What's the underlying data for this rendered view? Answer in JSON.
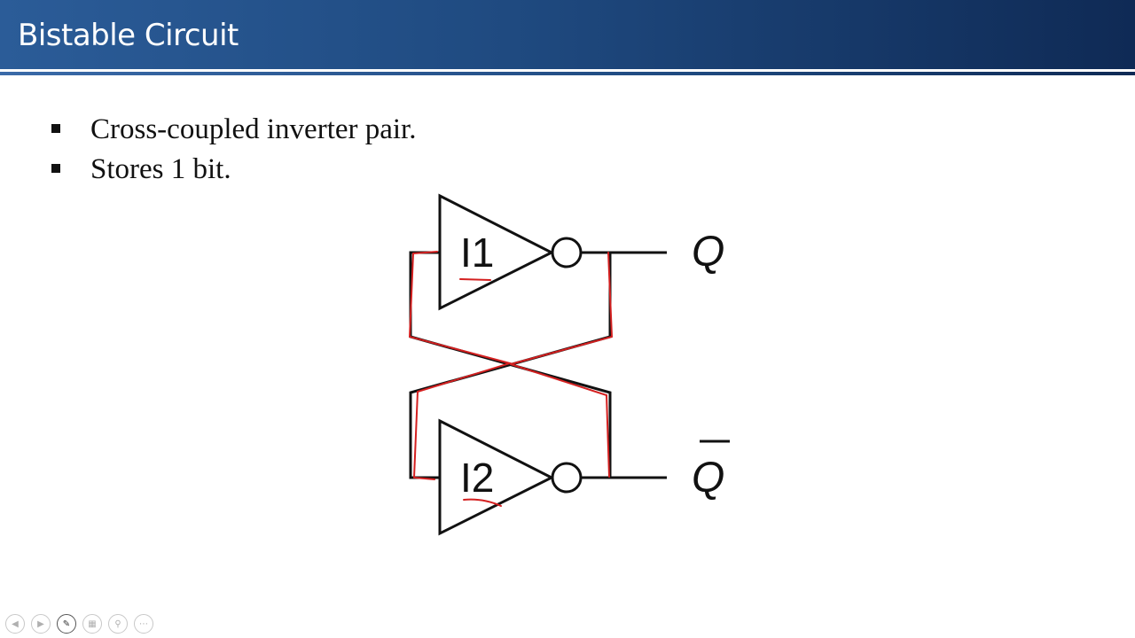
{
  "slide": {
    "title": "Bistable Circuit",
    "bullets": [
      "Cross-coupled inverter pair.",
      "Stores 1 bit."
    ]
  },
  "diagram": {
    "inverter_top_label": "I1",
    "inverter_bottom_label": "I2",
    "output_top_label": "Q",
    "output_bottom_label": "Q",
    "output_bottom_overbar": true,
    "wire_color": "#111111",
    "annotation_color": "#d42020"
  },
  "toolbar": {
    "icons": [
      "previous-icon",
      "next-icon",
      "pen-icon",
      "slides-icon",
      "zoom-icon",
      "more-icon"
    ]
  }
}
